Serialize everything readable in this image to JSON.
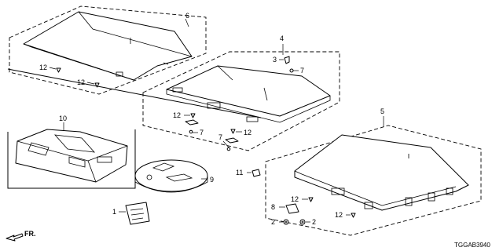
{
  "diagram": {
    "callouts": {
      "c1": "1",
      "c2a": "2",
      "c2b": "2",
      "c3": "3",
      "c4": "4",
      "c5": "5",
      "c6": "6",
      "c7a": "7",
      "c7b": "7",
      "c7c": "7",
      "c8": "8",
      "c9": "9",
      "c10": "10",
      "c11": "11",
      "c12a": "12",
      "c12b": "12",
      "c12c": "12",
      "c12d": "12",
      "c12e": "12",
      "c12f": "12"
    },
    "direction_label": "FR.",
    "catalog_code": "TGGAB3940"
  },
  "icons": {
    "direction_arrow": "front-direction-arrow-icon"
  }
}
